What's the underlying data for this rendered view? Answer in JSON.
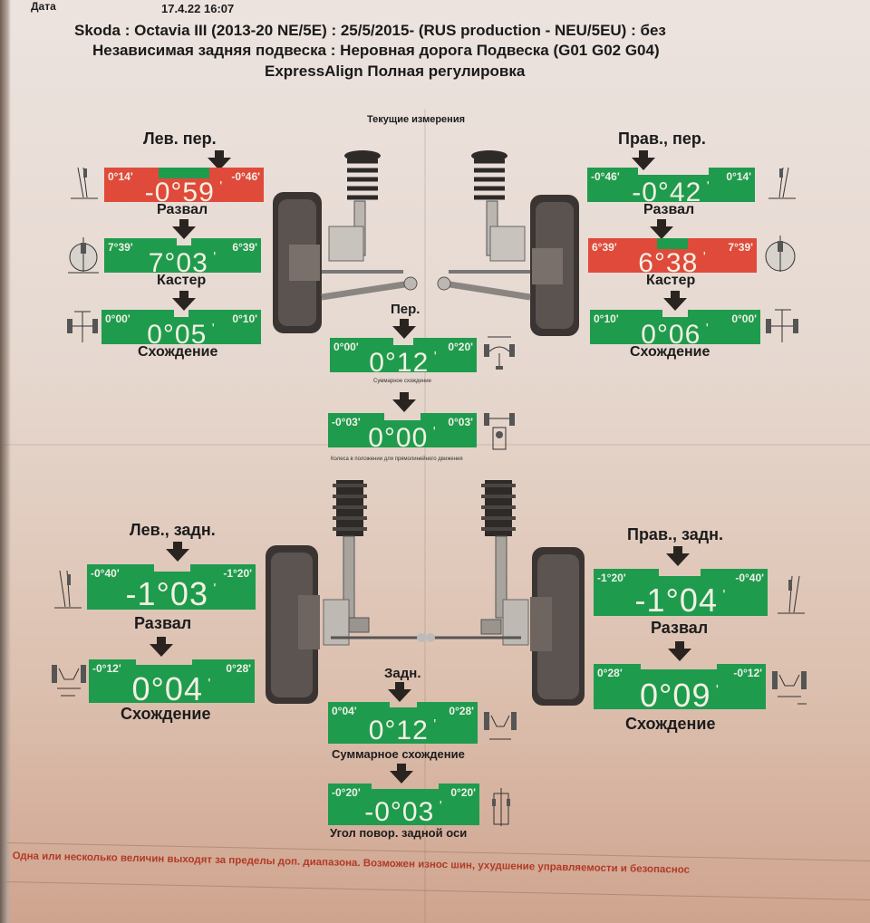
{
  "header": {
    "date_label": "Дата",
    "date_value": "17.4.22 16:07",
    "vehicle": "Skoda : Octavia III (2013-20 NE/5E) : 25/5/2015-   (RUS production - NEU/5EU) : без",
    "suspension": "Независимая задняя подвеска : Неровная дорога Подвеска (G01 G02 G04)",
    "program": "ExpressAlign Полная регулировка"
  },
  "section_title": "Текущие измерения",
  "colors": {
    "in_tolerance": "#1f9b4e",
    "out_of_tolerance": "#e04a3b",
    "warning_text": "#b23a26"
  },
  "front": {
    "left": {
      "title": "Лев. пер.",
      "camber": {
        "label": "Развал",
        "value": "-0°59",
        "min": "0°14'",
        "max": "-0°46'",
        "status": "out"
      },
      "caster": {
        "label": "Кастер",
        "value": "7°03",
        "min": "7°39'",
        "max": "6°39'",
        "status": "ok"
      },
      "toe": {
        "label": "Схождение",
        "value": "0°05",
        "min": "0°00'",
        "max": "0°10'",
        "status": "ok"
      }
    },
    "right": {
      "title": "Прав., пер.",
      "camber": {
        "label": "Развал",
        "value": "-0°42",
        "min": "-0°46'",
        "max": "0°14'",
        "status": "ok"
      },
      "caster": {
        "label": "Кастер",
        "value": "6°38",
        "min": "6°39'",
        "max": "7°39'",
        "status": "out"
      },
      "toe": {
        "label": "Схождение",
        "value": "0°06",
        "min": "0°10'",
        "max": "0°00'",
        "status": "ok"
      }
    },
    "total_toe": {
      "title": "Пер.",
      "label": "Суммарное схождение",
      "value": "0°12",
      "min": "0°00'",
      "max": "0°20'",
      "status": "ok"
    },
    "steering_straight": {
      "label": "Колеса в положении для прямолинейного движения",
      "value": "0°00",
      "min": "-0°03'",
      "max": "0°03'",
      "status": "ok"
    }
  },
  "rear": {
    "left": {
      "title": "Лев., задн.",
      "camber": {
        "label": "Развал",
        "value": "-1°03",
        "min": "-0°40'",
        "max": "-1°20'",
        "status": "ok"
      },
      "toe": {
        "label": "Схождение",
        "value": "0°04",
        "min": "-0°12'",
        "max": "0°28'",
        "status": "ok"
      }
    },
    "right": {
      "title": "Прав., задн.",
      "camber": {
        "label": "Развал",
        "value": "-1°04",
        "min": "-1°20'",
        "max": "-0°40'",
        "status": "ok"
      },
      "toe": {
        "label": "Схождение",
        "value": "0°09",
        "min": "0°28'",
        "max": "-0°12'",
        "status": "ok"
      }
    },
    "total_toe": {
      "title": "Задн.",
      "label": "Суммарное схождение",
      "value": "0°12",
      "min": "0°04'",
      "max": "0°28'",
      "status": "ok"
    },
    "thrust_angle": {
      "label": "Угол повор. задной оси",
      "value": "-0°03",
      "min": "-0°20'",
      "max": "0°20'",
      "status": "ok"
    }
  },
  "warning": "Одна или несколько величин выходят за пределы доп. диапазона. Возможен износ шин, ухудшение управляемости и безопаснос"
}
